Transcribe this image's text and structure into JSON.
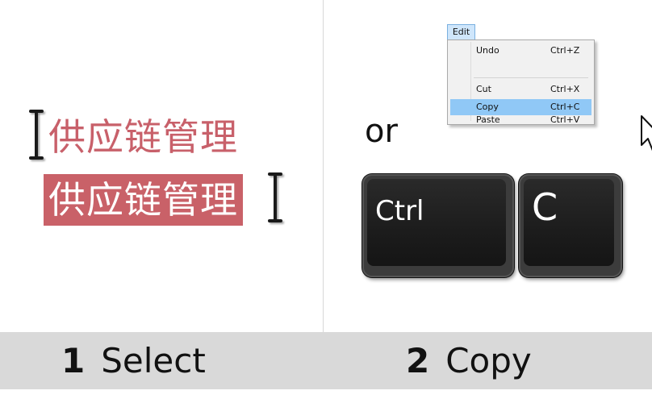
{
  "left_panel": {
    "text_plain": "供应链管理",
    "text_selected": "供应链管理"
  },
  "right_panel": {
    "or_label": "or",
    "menu": {
      "title": "Edit",
      "items": [
        {
          "label": "Undo",
          "shortcut": "Ctrl+Z"
        },
        {
          "label": "Cut",
          "shortcut": "Ctrl+X"
        },
        {
          "label": "Copy",
          "shortcut": "Ctrl+C",
          "highlighted": true
        },
        {
          "label": "Paste",
          "shortcut": "Ctrl+V"
        }
      ]
    },
    "keys": {
      "ctrl": "Ctrl",
      "c": "C"
    }
  },
  "footer": {
    "step1": {
      "number": "1",
      "label": "Select"
    },
    "step2": {
      "number": "2",
      "label": "Copy"
    }
  },
  "colors": {
    "text_red": "#c8606a",
    "selection_bg": "#c96168",
    "menu_highlight": "#90c8f6",
    "footer_bg": "#d9d9d9"
  }
}
